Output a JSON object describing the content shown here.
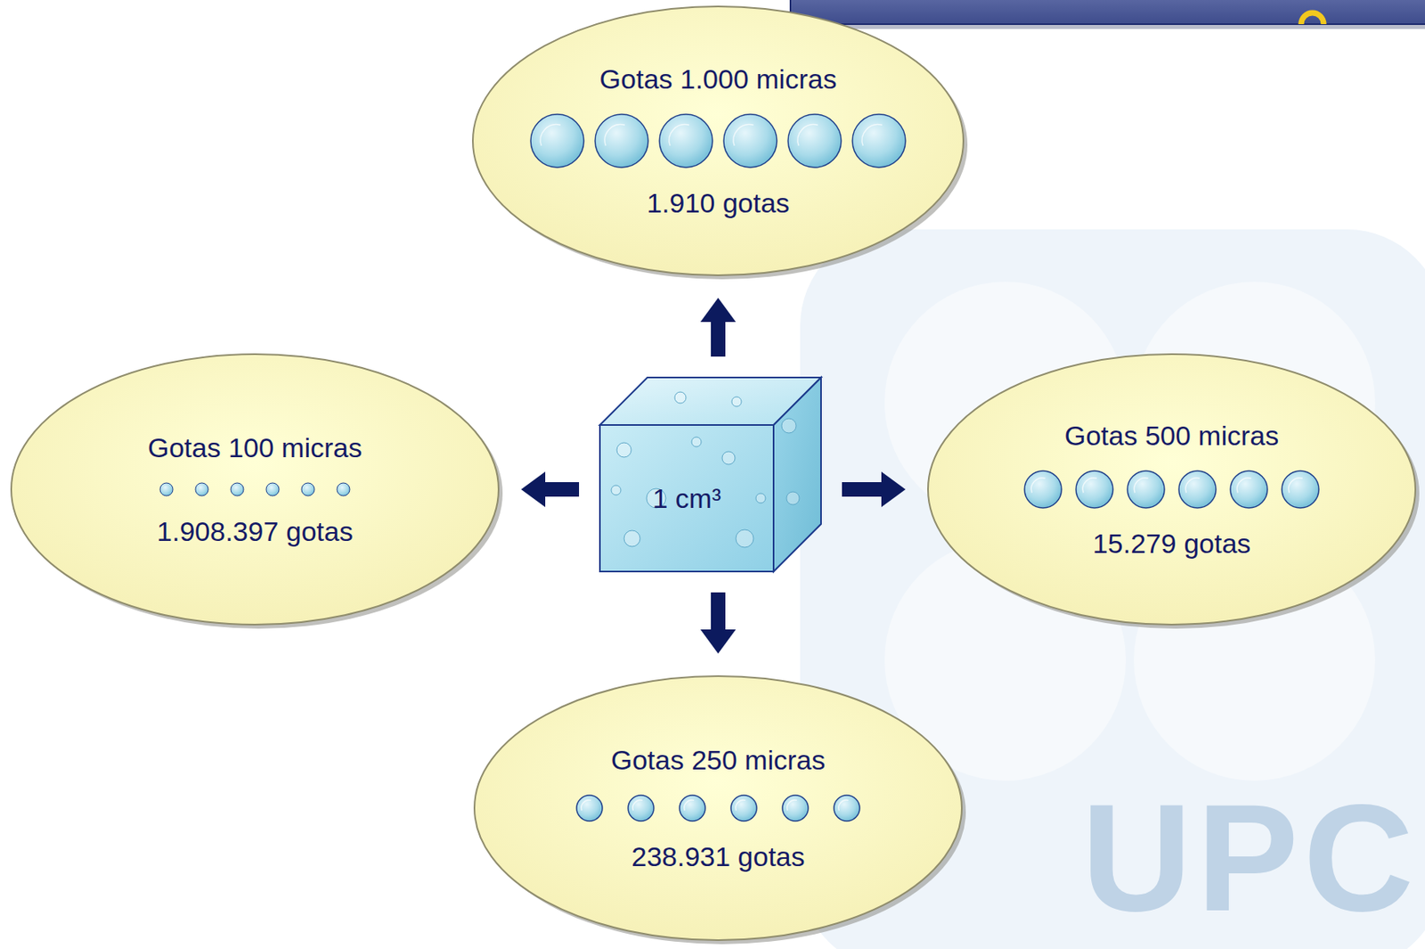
{
  "diagram": {
    "nodes": [
      {
        "text": [
          "Gotas 1.000 micras",
          "1.910 gotas"
        ]
      },
      {
        "text": [
          "Gotas 100 micras",
          "1.908.397 gotas"
        ]
      },
      {
        "text": [
          "1 cm³"
        ]
      },
      {
        "text": [
          "Gotas 500 micras",
          "15.279 gotas"
        ]
      },
      {
        "text": [
          "Gotas 250 micras",
          "238.931 gotas"
        ]
      }
    ],
    "edges": [
      {
        "from": 2,
        "to": 0,
        "arrow": "to"
      },
      {
        "from": 2,
        "to": 1,
        "arrow": "to"
      },
      {
        "from": 2,
        "to": 3,
        "arrow": "to"
      },
      {
        "from": 2,
        "to": 4,
        "arrow": "to"
      }
    ],
    "labels": [
      "UPC"
    ]
  }
}
